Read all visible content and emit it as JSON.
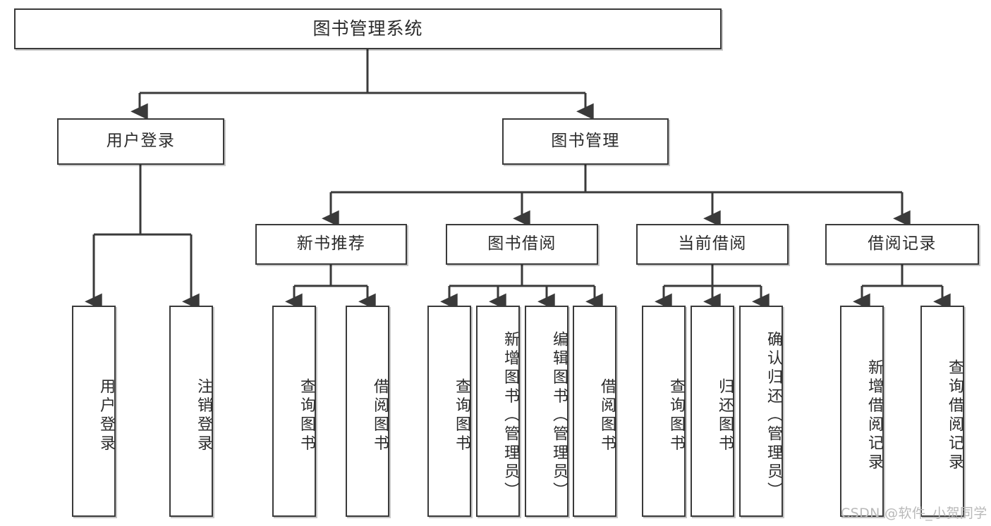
{
  "diagram": {
    "title_node": {
      "label": "图书管理系统"
    },
    "level2": [
      {
        "id": "user-login",
        "label": "用户登录"
      },
      {
        "id": "book-management",
        "label": "图书管理"
      }
    ],
    "level3": [
      {
        "id": "new-book-recommend",
        "label": "新书推荐"
      },
      {
        "id": "book-borrow",
        "label": "图书借阅"
      },
      {
        "id": "current-borrow",
        "label": "当前借阅"
      },
      {
        "id": "borrow-record",
        "label": "借阅记录"
      }
    ],
    "leaves": [
      {
        "id": "leaf-user-login",
        "label": "用户登录"
      },
      {
        "id": "leaf-logout-login",
        "label": "注销登录"
      },
      {
        "id": "leaf-query-book-1",
        "label": "查询图书"
      },
      {
        "id": "leaf-borrow-book-1",
        "label": "借阅图书"
      },
      {
        "id": "leaf-query-book-2",
        "label": "查询图书"
      },
      {
        "id": "leaf-add-book-admin",
        "label": "新增图书（管理员）"
      },
      {
        "id": "leaf-edit-book-admin",
        "label": "编辑图书（管理员）"
      },
      {
        "id": "leaf-borrow-book-2",
        "label": "借阅图书"
      },
      {
        "id": "leaf-query-book-3",
        "label": "查询图书"
      },
      {
        "id": "leaf-return-book",
        "label": "归还图书"
      },
      {
        "id": "leaf-confirm-return-admin",
        "label": "确认归还（管理员）"
      },
      {
        "id": "leaf-add-borrow-record",
        "label": "新增借阅记录"
      },
      {
        "id": "leaf-query-borrow-record",
        "label": "查询借阅记录"
      }
    ]
  },
  "watermark": {
    "text": "CSDN @软件_小贺同学"
  },
  "colors": {
    "border": "#3a3a3a",
    "text": "#2b2b2b",
    "background": "#ffffff",
    "watermark": "#b9b9b9"
  }
}
